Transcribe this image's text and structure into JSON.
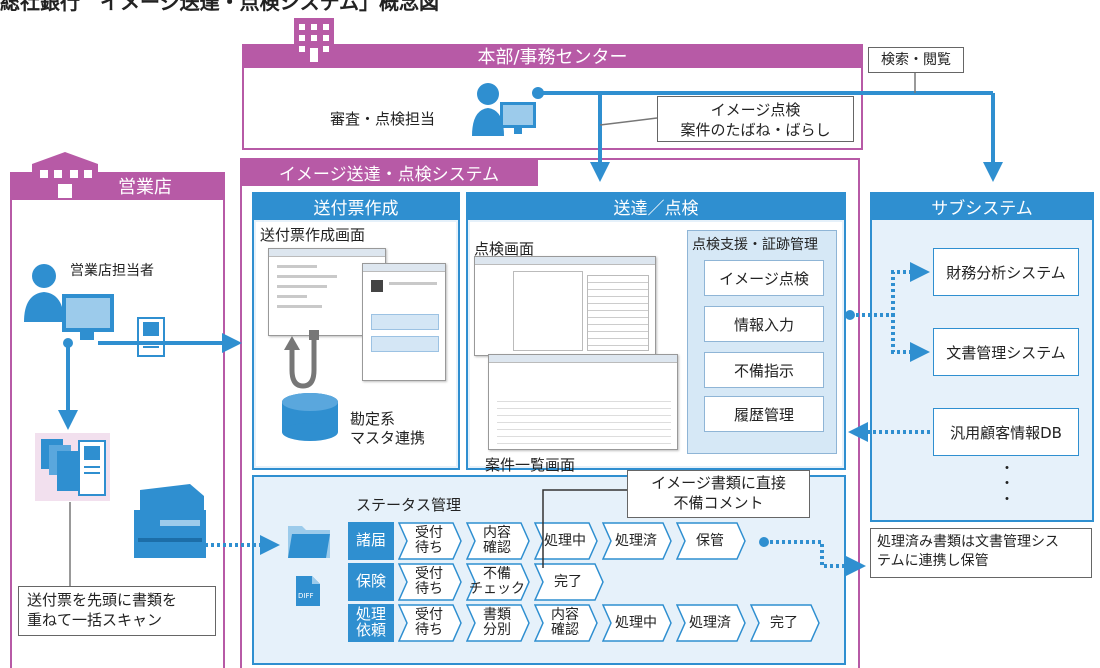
{
  "title": "総社銀行　イメージ送達・点検システム」概念図",
  "honbu": {
    "label": "本部/事務センター",
    "role": "審査・点検担当",
    "callout": [
      "イメージ点検",
      "案件のたばね・ばらし"
    ],
    "search_label": "検索・閲覧"
  },
  "branch": {
    "label": "営業店",
    "person": "営業店担当者",
    "note": [
      "送付票を先頭に書類を",
      "重ねて一括スキャン"
    ]
  },
  "system": {
    "label": "イメージ送達・点検システム",
    "slip": {
      "header": "送付票作成",
      "screen_label": "送付票作成画面",
      "master": [
        "勘定系",
        "マスタ連携"
      ]
    },
    "inspect": {
      "header": "送達／点検",
      "screen_label": "点検画面",
      "list_label": "案件一覧画面",
      "support_title": "点検支援・証跡管理",
      "support_items": [
        "イメージ点検",
        "情報入力",
        "不備指示",
        "履歴管理"
      ]
    },
    "status": {
      "title": "ステータス管理",
      "callout": [
        "イメージ書類に直接",
        "不備コメント"
      ],
      "rows": [
        {
          "category": "諸届",
          "steps": [
            "受付\n待ち",
            "内容\n確認",
            "処理中",
            "処理済",
            "保管"
          ]
        },
        {
          "category": "保険",
          "steps": [
            "受付\n待ち",
            "不備\nチェック",
            "完了"
          ]
        },
        {
          "category": "処理\n依頼",
          "steps": [
            "受付\n待ち",
            "書類\n分別",
            "内容\n確認",
            "処理中",
            "処理済",
            "完了"
          ]
        }
      ],
      "file_icon_text": "DIFF"
    }
  },
  "subsystem": {
    "label": "サブシステム",
    "items": [
      "財務分析システム",
      "文書管理システム",
      "汎用顧客情報DB"
    ],
    "ellipsis": "・\n・\n・"
  },
  "storage_note": [
    "処理済み書類は文書管理シス",
    "テムに連携し保管"
  ],
  "colors": {
    "magenta": "#b75aa6",
    "blue": "#2f8fd0",
    "light_blue": "#e6f1fa"
  }
}
